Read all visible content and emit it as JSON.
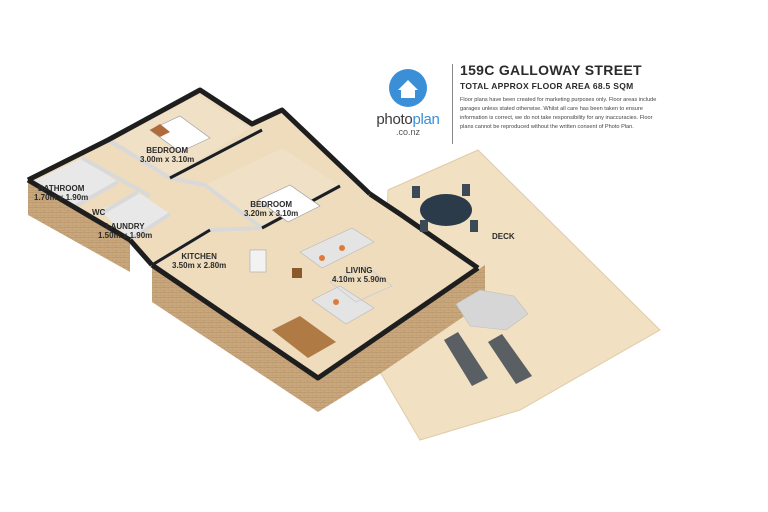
{
  "brand": {
    "name_part1": "photo",
    "name_part2": "plan",
    "domain": ".co.nz"
  },
  "header": {
    "title": "159C GALLOWAY STREET",
    "subtitle": "TOTAL APPROX FLOOR AREA 68.5 SQM",
    "disclaimer": "Floor plans have been created for marketing purposes only. Floor areas include garages unless stated otherwise. Whilst all care has been taken to ensure information is correct, we do not take responsibility for any inaccuracies. Floor plans cannot be reproduced without the written consent of Photo Plan."
  },
  "rooms": {
    "bedroom1": {
      "name": "BEDROOM",
      "dims": "3.00m x 3.10m"
    },
    "bedroom2": {
      "name": "BEDROOM",
      "dims": "3.20m x 3.10m"
    },
    "bathroom": {
      "name": "BATHROOM",
      "dims": "1.70m x 1.90m"
    },
    "wc": {
      "name": "WC"
    },
    "laundry": {
      "name": "LAUNDRY",
      "dims": "1.50m x 1.90m"
    },
    "kitchen": {
      "name": "KITCHEN",
      "dims": "3.50m x 2.80m"
    },
    "living": {
      "name": "LIVING",
      "dims": "4.10m x 5.90m"
    },
    "deck": {
      "name": "DECK"
    }
  },
  "colors": {
    "floor": "#eedcbd",
    "deck": "#f2e0c2",
    "wall_top": "#1e1e1e",
    "wall_inner": "#f4f4f4",
    "brick": "#c9a77c",
    "accent_blue": "#3a8fd6"
  }
}
